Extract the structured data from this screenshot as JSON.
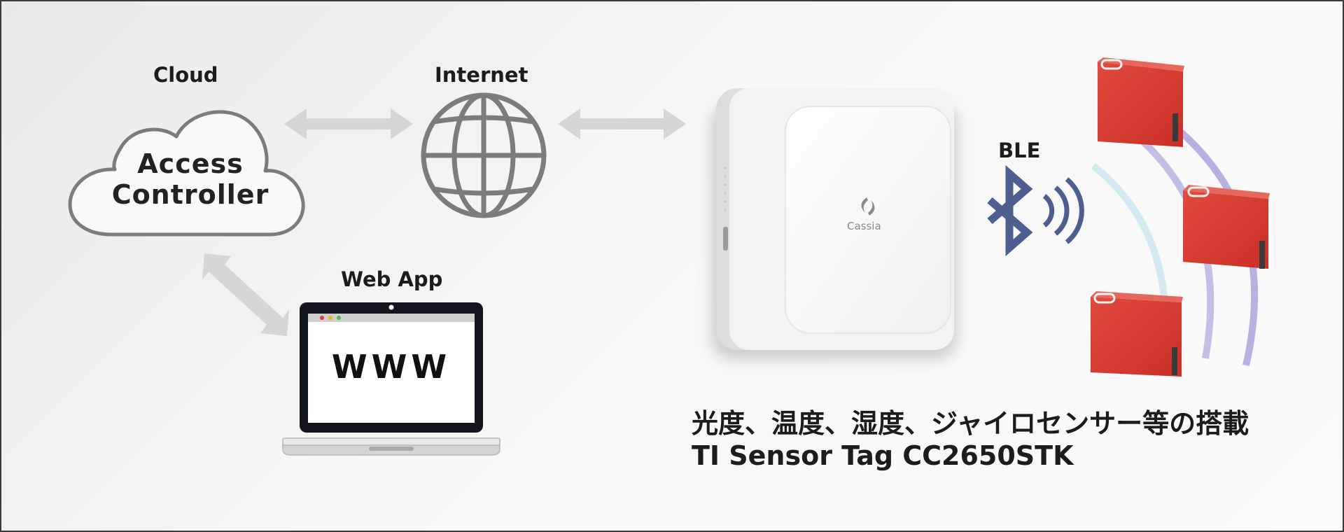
{
  "labels": {
    "cloud": "Cloud",
    "internet": "Internet",
    "web_app": "Web App",
    "ble": "BLE"
  },
  "cloud_box": {
    "line1": "Access",
    "line2": "Controller"
  },
  "laptop": {
    "screen_text": "WWW"
  },
  "gateway": {
    "brand": "Cassia"
  },
  "caption": {
    "line1": "光度、温度、湿度、ジャイロセンサー等の搭載",
    "line2": "TI Sensor Tag CC2650STK"
  },
  "colors": {
    "arrow": "#d7d7d7",
    "outline": "#7a7a7a",
    "bluetooth": "#4e5f8f",
    "sensor": "#d8382f",
    "signal_arc": "#a9a6dd"
  },
  "icons": [
    "cloud-icon",
    "globe-icon",
    "laptop-icon",
    "gateway-device",
    "bluetooth-icon",
    "sensor-tag"
  ]
}
